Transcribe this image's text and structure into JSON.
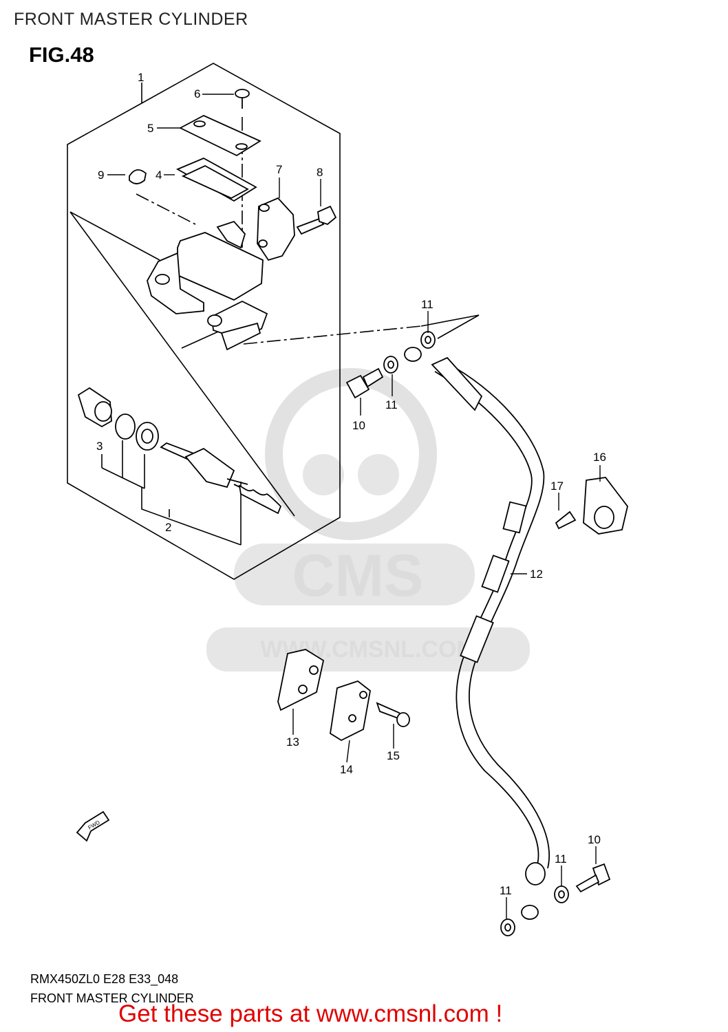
{
  "header": {
    "title": "FRONT MASTER CYLINDER",
    "figure": "FIG.48"
  },
  "watermark": {
    "brand": "CMS",
    "url": "WWW.CMSNL.COM"
  },
  "direction_marker": "FWD",
  "callouts": [
    "1",
    "2",
    "3",
    "4",
    "5",
    "6",
    "7",
    "8",
    "9",
    "10",
    "10",
    "11",
    "11",
    "11",
    "11",
    "11",
    "12",
    "13",
    "14",
    "15",
    "16",
    "17"
  ],
  "footer": {
    "code": "RMX450ZL0 E28 E33_048",
    "title": "FRONT MASTER CYLINDER",
    "cta": "Get these parts at www.cmsnl.com !"
  },
  "colors": {
    "line": "#000000",
    "watermark": "#dcdcdc",
    "cta": "#e00000"
  }
}
